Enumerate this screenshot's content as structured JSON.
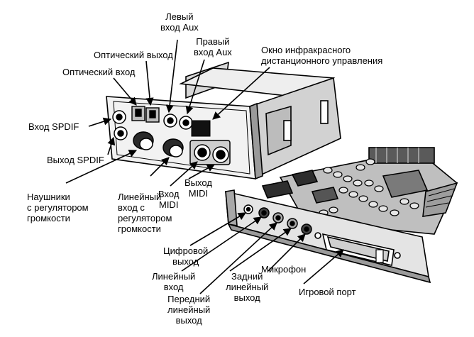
{
  "labels": {
    "left_aux": "Левый\nвход Aux",
    "right_aux": "Правый\nвход Aux",
    "ir_window": "Окно инфракрасного\nдистанционного управления",
    "optical_out": "Оптический выход",
    "optical_in": "Оптический вход",
    "spdif_in": "Вход SPDIF",
    "spdif_out": "Выход SPDIF",
    "headphones": "Наушники\nс регулятором\nгромкости",
    "line_in_vol": "Линейный\nвход с\nрегулятором\nгромкости",
    "midi_in": "Вход\nMIDI",
    "midi_out": "Выход\nMIDI",
    "digital_out": "Цифровой\nвыход",
    "line_in": "Линейный\nвход",
    "front_line_out": "Передний\nлинейный\nвыход",
    "rear_line_out": "Задний\nлинейный\nвыход",
    "microphone": "Микрофон",
    "game_port": "Игровой порт"
  }
}
